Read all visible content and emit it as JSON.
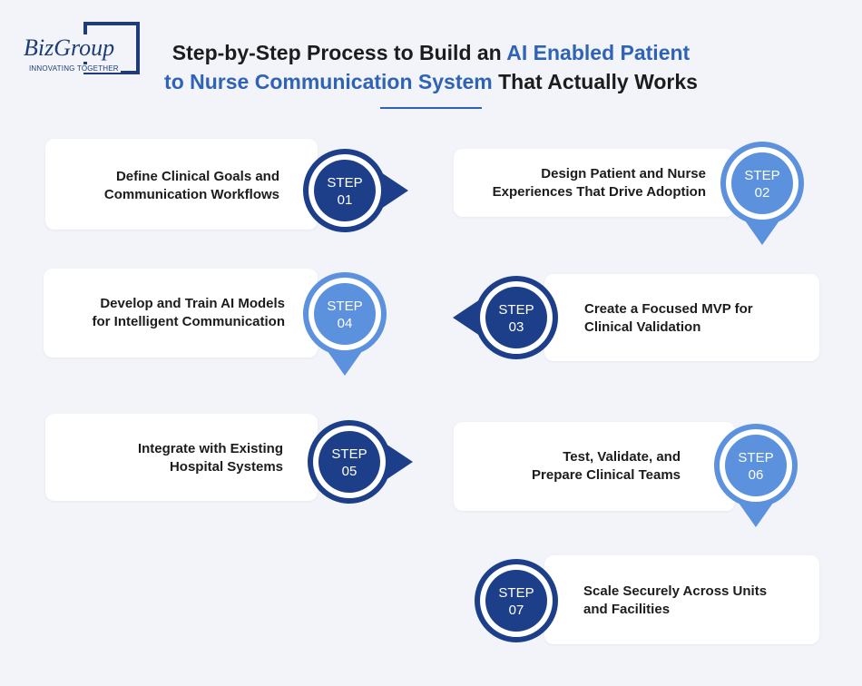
{
  "brand": {
    "name": "BizGroup",
    "tagline": "INNOVATING TOGETHER"
  },
  "title": {
    "part1": "Step-by-Step Process to Build an ",
    "highlight1": "AI Enabled Patient",
    "highlight2": "to Nurse Communication System",
    "part2": " That Actually Works"
  },
  "colors": {
    "dark_blue": "#1d3f8a",
    "light_blue": "#5b91dd",
    "accent": "#2e63b6",
    "background": "#f2f4f9"
  },
  "steps": [
    {
      "word": "STEP",
      "num": "01",
      "line1": "Define Clinical Goals and",
      "line2": "Communication Workflows",
      "arrow": "right"
    },
    {
      "word": "STEP",
      "num": "02",
      "line1": "Design Patient and Nurse",
      "line2": "Experiences That Drive Adoption",
      "arrow": "down"
    },
    {
      "word": "STEP",
      "num": "03",
      "line1": "Create a Focused MVP for",
      "line2": "Clinical Validation",
      "arrow": "left"
    },
    {
      "word": "STEP",
      "num": "04",
      "line1": "Develop and Train AI Models",
      "line2": "for Intelligent Communication",
      "arrow": "down"
    },
    {
      "word": "STEP",
      "num": "05",
      "line1": "Integrate with Existing",
      "line2": "Hospital Systems",
      "arrow": "right"
    },
    {
      "word": "STEP",
      "num": "06",
      "line1": "Test, Validate, and",
      "line2": "Prepare Clinical Teams",
      "arrow": "down"
    },
    {
      "word": "STEP",
      "num": "07",
      "line1": "Scale Securely Across Units",
      "line2": "and Facilities",
      "arrow": "none"
    }
  ]
}
